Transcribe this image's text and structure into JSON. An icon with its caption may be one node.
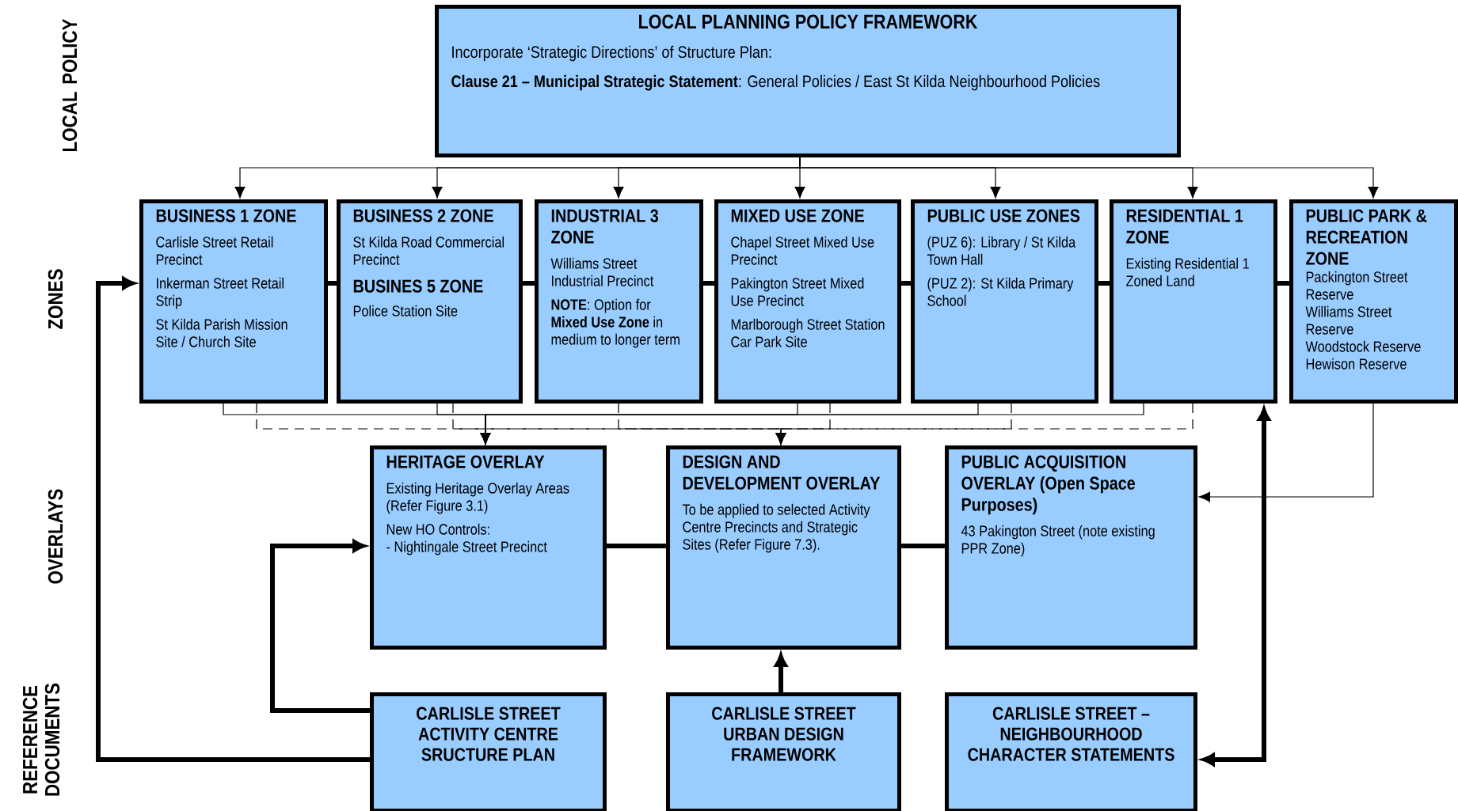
{
  "diagram": {
    "nodes": [
      {
        "text": [
          "LOCAL PLANNING POLICY FRAMEWORK",
          "Incorporate ‘Strategic Directions’ of Structure Plan:",
          "**Clause 21 – Municipal Strategic Statement**:  General Policies / East St Kilda Neighbourhood Policies"
        ]
      },
      {
        "text": [
          "BUSINESS 1 ZONE",
          "Carlisle Street Retail Precinct",
          "Inkerman Street Retail Strip",
          "St Kilda Parish Mission Site / Church Site"
        ]
      },
      {
        "text": [
          "BUSINESS 2 ZONE",
          "St Kilda Road Commercial Precinct",
          "BUSINES 5 ZONE",
          "Police Station Site"
        ]
      },
      {
        "text": [
          "INDUSTRIAL 3 ZONE",
          "Williams Street Industrial Precinct",
          "**NOTE**: Option for **Mixed Use Zone** in medium to longer term"
        ]
      },
      {
        "text": [
          "MIXED USE ZONE",
          "Chapel Street Mixed Use Precinct",
          "Pakington Street Mixed Use Precinct",
          "Marlborough Street Station Car Park Site"
        ]
      },
      {
        "text": [
          "PUBLIC USE ZONES",
          "(PUZ 6): Library / St Kilda Town Hall",
          "(PUZ 2): St Kilda Primary School"
        ]
      },
      {
        "text": [
          "RESIDENTIAL 1 ZONE",
          "Existing Residential 1 Zoned Land"
        ]
      },
      {
        "text": [
          "PUBLIC PARK & RECREATION ZONE",
          "Packington Street Reserve",
          "Williams Street Reserve",
          "Woodstock Reserve",
          "Hewison Reserve"
        ]
      },
      {
        "text": [
          "HERITAGE OVERLAY",
          "Existing Heritage Overlay Areas (Refer Figure 3.1)",
          "New HO Controls:",
          "- Nightingale Street Precinct"
        ]
      },
      {
        "text": [
          "DESIGN AND DEVELOPMENT OVERLAY",
          "To be applied to selected Activity Centre Precincts and Strategic Sites (Refer Figure 7.3)."
        ]
      },
      {
        "text": [
          "PUBLIC ACQUISITION OVERLAY (Open Space Purposes)",
          "43 Pakington Street (note existing PPR Zone)"
        ]
      },
      {
        "text": [
          "CARLISLE STREET ACTIVITY CENTRE SRUCTURE PLAN"
        ]
      },
      {
        "text": [
          "CARLISLE STREET URBAN DESIGN FRAMEWORK"
        ]
      },
      {
        "text": [
          "CARLISLE STREET – NEIGHBOURHOOD CHARACTER STATEMENTS"
        ]
      }
    ],
    "edges": [
      {
        "from": 0,
        "to": 1,
        "arrow": "to"
      },
      {
        "from": 0,
        "to": 2,
        "arrow": "to"
      },
      {
        "from": 0,
        "to": 3,
        "arrow": "to"
      },
      {
        "from": 0,
        "to": 4,
        "arrow": "to"
      },
      {
        "from": 0,
        "to": 5,
        "arrow": "to"
      },
      {
        "from": 0,
        "to": 6,
        "arrow": "to"
      },
      {
        "from": 0,
        "to": 7,
        "arrow": "to"
      },
      {
        "from": 1,
        "to": 8,
        "arrow": "to"
      },
      {
        "from": 2,
        "to": 8,
        "arrow": "to"
      },
      {
        "from": 4,
        "to": 8,
        "arrow": "to"
      },
      {
        "from": 5,
        "to": 8,
        "arrow": "to"
      },
      {
        "from": 6,
        "to": 8,
        "arrow": "to"
      },
      {
        "from": 1,
        "to": 9,
        "arrow": "to",
        "style": "dashed"
      },
      {
        "from": 2,
        "to": 9,
        "arrow": "to",
        "style": "dashed"
      },
      {
        "from": 3,
        "to": 9,
        "arrow": "to",
        "style": "dashed"
      },
      {
        "from": 4,
        "to": 9,
        "arrow": "to",
        "style": "dashed"
      },
      {
        "from": 5,
        "to": 9,
        "arrow": "to",
        "style": "dashed"
      },
      {
        "from": 6,
        "to": 9,
        "arrow": "to",
        "style": "dashed"
      },
      {
        "from": 7,
        "to": 10,
        "arrow": "to"
      },
      {
        "from": 1,
        "to": 2,
        "arrow": "none",
        "style": "thick"
      },
      {
        "from": 2,
        "to": 3,
        "arrow": "none",
        "style": "thick"
      },
      {
        "from": 3,
        "to": 4,
        "arrow": "none",
        "style": "thick"
      },
      {
        "from": 4,
        "to": 5,
        "arrow": "none",
        "style": "thick"
      },
      {
        "from": 5,
        "to": 6,
        "arrow": "none",
        "style": "thick"
      },
      {
        "from": 6,
        "to": 7,
        "arrow": "none",
        "style": "thick"
      },
      {
        "from": 8,
        "to": 9,
        "arrow": "none",
        "style": "thick"
      },
      {
        "from": 9,
        "to": 10,
        "arrow": "none",
        "style": "thick"
      },
      {
        "from": 11,
        "to": 8,
        "arrow": "to",
        "style": "thick"
      },
      {
        "from": 11,
        "to": 1,
        "arrow": "to",
        "style": "thick"
      },
      {
        "from": 12,
        "to": 9,
        "arrow": "to",
        "style": "thick"
      },
      {
        "from": 13,
        "to": 6,
        "arrow": "both",
        "style": "thick"
      }
    ],
    "labels": [
      "LOCAL POLICY",
      "ZONES",
      "OVERLAYS",
      "REFERENCE DOCUMENTS"
    ]
  }
}
